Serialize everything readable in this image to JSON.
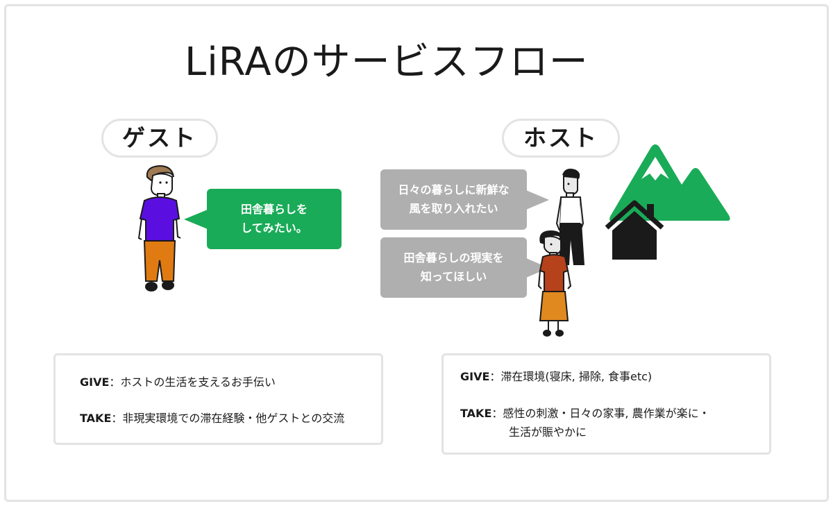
{
  "title": "LiRAのサービスフロー",
  "guest": {
    "label": "ゲスト",
    "bubble_line1": "田舎暮らしを",
    "bubble_line2": "してみたい。",
    "give_key": "GIVE",
    "give_value": "：ホストの生活を支えるお手伝い",
    "take_key": "TAKE",
    "take_value": "：非現実環境での滞在経験・他ゲストとの交流"
  },
  "host": {
    "label": "ホスト",
    "bubble1_line1": "日々の暮らしに新鮮な",
    "bubble1_line2": "風を取り入れたい",
    "bubble2_line1": "田舎暮らしの現実を",
    "bubble2_line2": "知ってほしい",
    "give_key": "GIVE",
    "give_value": "：滞在環境(寝床, 掃除, 食事etc)",
    "take_key": "TAKE",
    "take_value": "：感性の刺激・日々の家事, 農作業が楽に・",
    "take_value_cont": "生活が賑やかに"
  },
  "colors": {
    "accent_green": "#1aab58",
    "bubble_gray": "#afafaf",
    "guest_shirt": "#5a0fe0",
    "guest_pants": "#e07a12",
    "host_child_shirt": "#b5421a",
    "host_child_skirt": "#e0891e",
    "host_figure_skin": "#e9e9e9",
    "house": "#1a1a1a"
  },
  "icons": [
    "guest-person-icon",
    "host-man-icon",
    "host-child-icon",
    "mountain-icon",
    "house-icon"
  ]
}
